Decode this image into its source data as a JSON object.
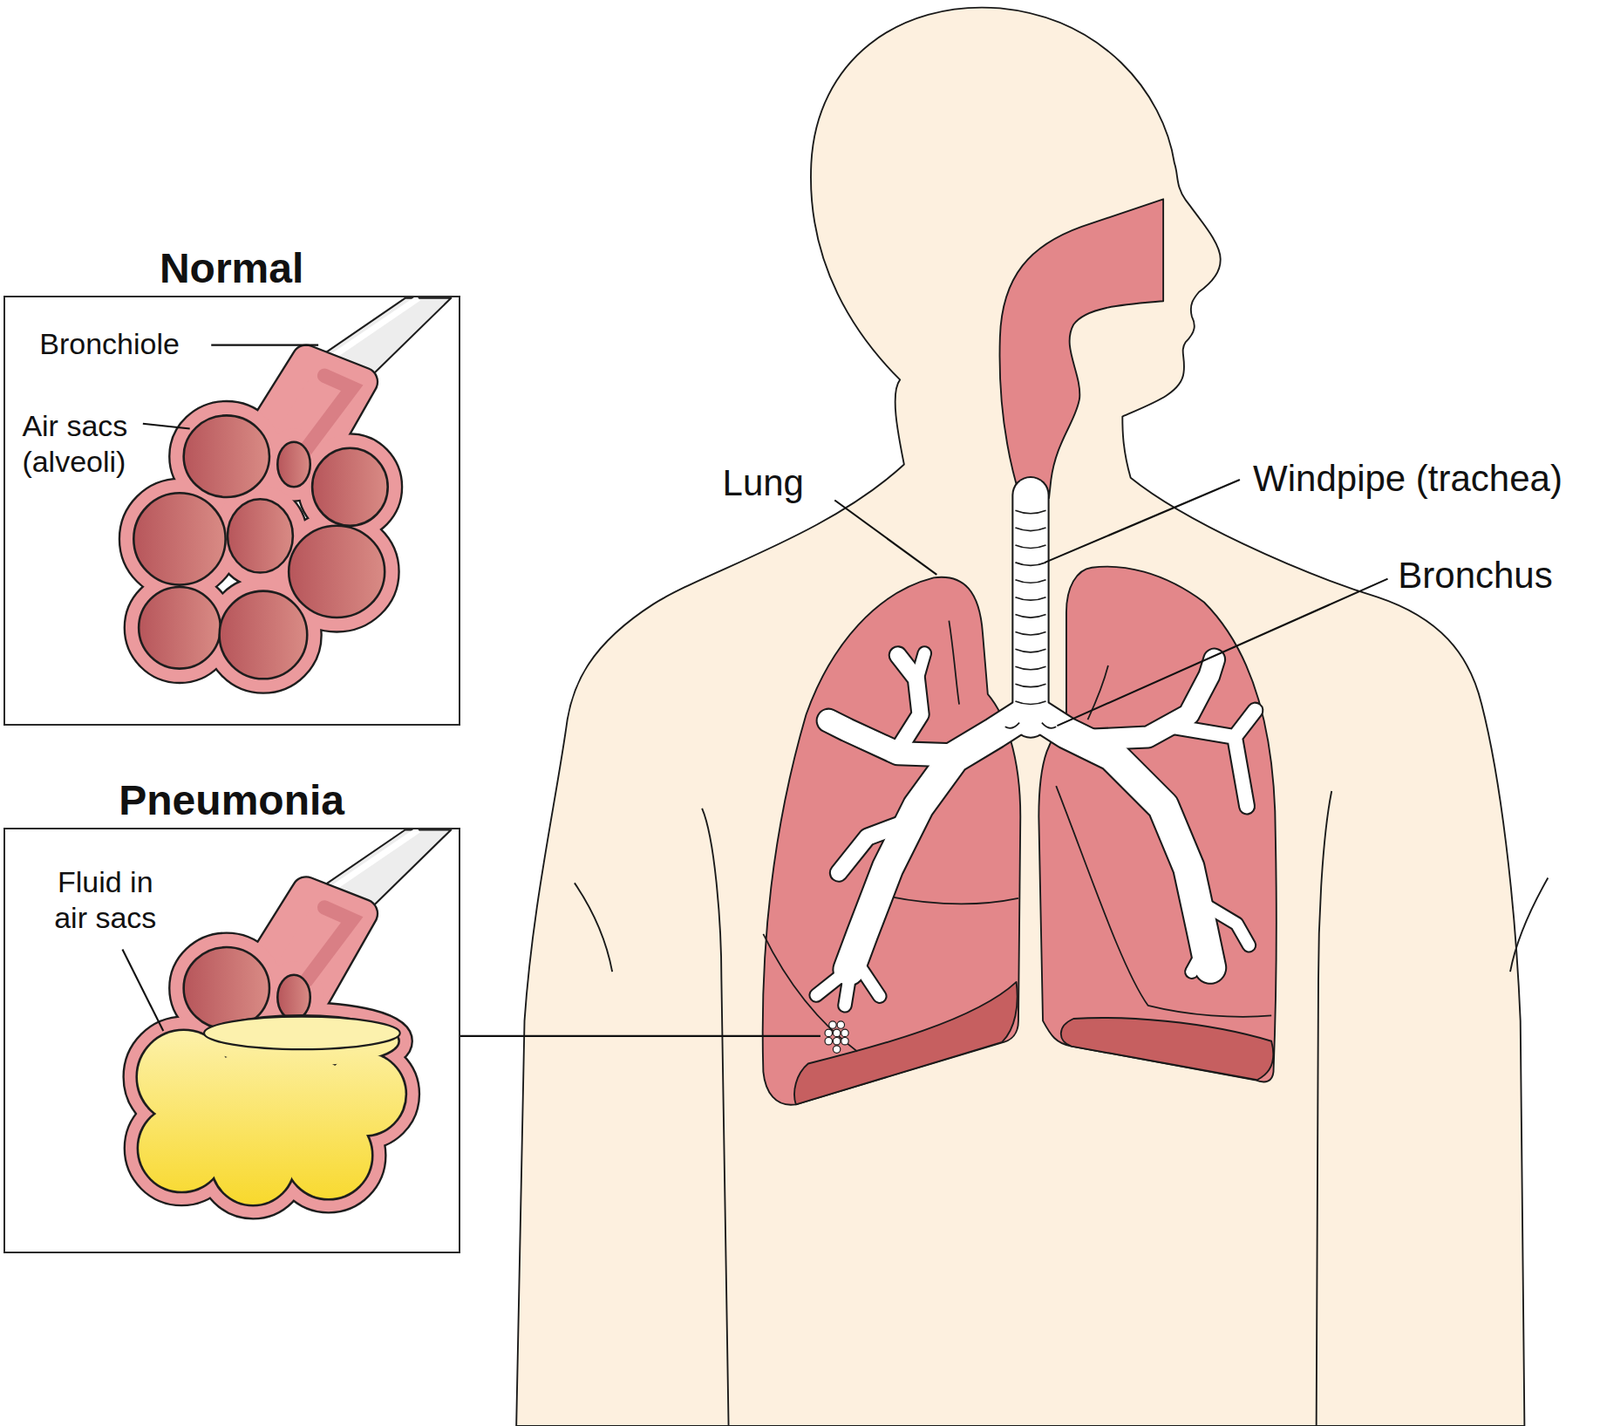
{
  "diagram": {
    "nodes": [
      {
        "text": [
          "Normal",
          "Bronchiole",
          "Air sacs (alveoli)"
        ]
      },
      {
        "text": [
          "Pneumonia",
          "Fluid in air sacs"
        ]
      }
    ],
    "labels": [
      "Lung",
      "Windpipe (trachea)",
      "Bronchus"
    ]
  }
}
